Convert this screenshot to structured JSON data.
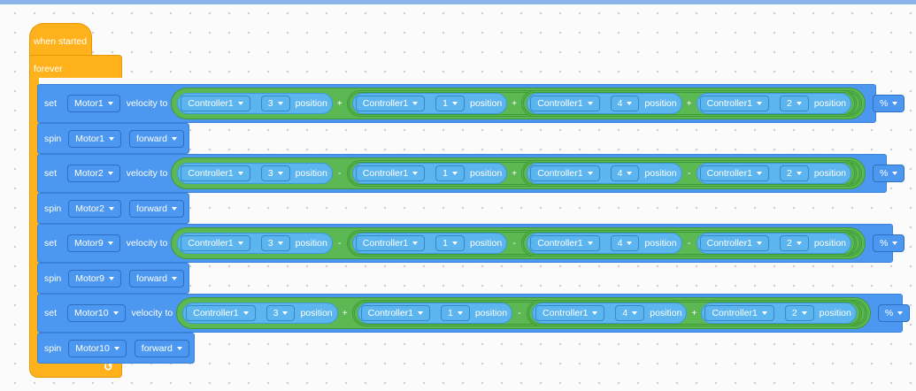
{
  "event_block": {
    "label": "when started"
  },
  "loop_block": {
    "label": "forever",
    "repeat_icon": "repeat-arrow-icon"
  },
  "keywords": {
    "set": "set",
    "spin": "spin",
    "velocity_to": "velocity to",
    "position": "position"
  },
  "set_rows": [
    {
      "motor": "Motor1",
      "terms": [
        {
          "controller": "Controller1",
          "axis": "3"
        },
        {
          "controller": "Controller1",
          "axis": "1"
        },
        {
          "controller": "Controller1",
          "axis": "4"
        },
        {
          "controller": "Controller1",
          "axis": "2"
        }
      ],
      "ops": [
        "+",
        "+",
        "+"
      ],
      "unit": "%"
    },
    {
      "motor": "Motor2",
      "terms": [
        {
          "controller": "Controller1",
          "axis": "3"
        },
        {
          "controller": "Controller1",
          "axis": "1"
        },
        {
          "controller": "Controller1",
          "axis": "4"
        },
        {
          "controller": "Controller1",
          "axis": "2"
        }
      ],
      "ops": [
        "-",
        "+",
        "-"
      ],
      "unit": "%"
    },
    {
      "motor": "Motor9",
      "terms": [
        {
          "controller": "Controller1",
          "axis": "3"
        },
        {
          "controller": "Controller1",
          "axis": "1"
        },
        {
          "controller": "Controller1",
          "axis": "4"
        },
        {
          "controller": "Controller1",
          "axis": "2"
        }
      ],
      "ops": [
        "-",
        "-",
        "-"
      ],
      "unit": "%"
    },
    {
      "motor": "Motor10",
      "terms": [
        {
          "controller": "Controller1",
          "axis": "3"
        },
        {
          "controller": "Controller1",
          "axis": "1"
        },
        {
          "controller": "Controller1",
          "axis": "4"
        },
        {
          "controller": "Controller1",
          "axis": "2"
        }
      ],
      "ops": [
        "+",
        "-",
        "+"
      ],
      "unit": "%"
    }
  ],
  "spin_rows": [
    {
      "motor": "Motor1",
      "direction": "forward"
    },
    {
      "motor": "Motor2",
      "direction": "forward"
    },
    {
      "motor": "Motor9",
      "direction": "forward"
    },
    {
      "motor": "Motor10",
      "direction": "forward"
    }
  ],
  "colors": {
    "event": "#ffb21c",
    "motion": "#4c97f0",
    "operator": "#5cb852",
    "sensing": "#5cb5ee"
  }
}
